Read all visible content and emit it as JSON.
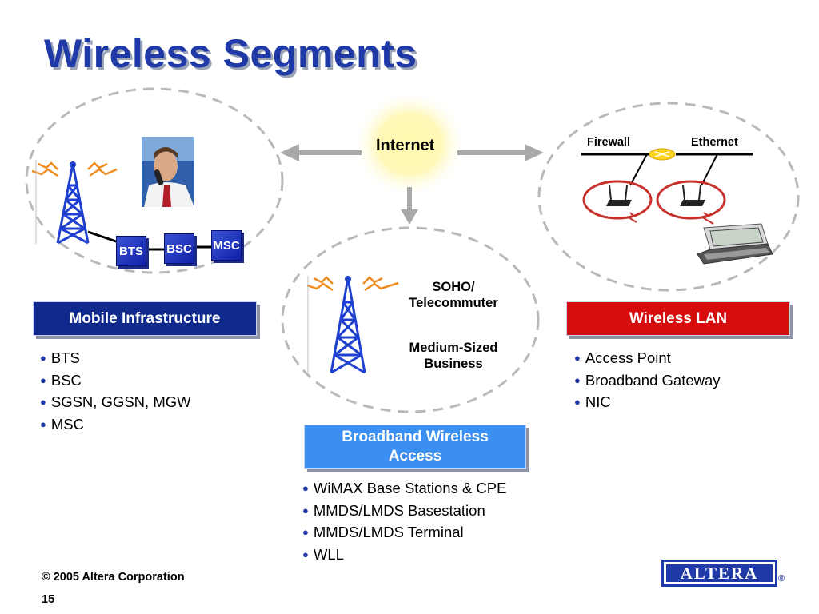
{
  "slide": {
    "title": "Wireless Segments",
    "internet_label": "Internet",
    "mobile": {
      "cells": [
        "BTS",
        "BSC",
        "MSC"
      ],
      "box_label": "Mobile Infrastructure",
      "bullets": [
        "BTS",
        "BSC",
        "SGSN, GGSN, MGW",
        "MSC"
      ]
    },
    "broadband": {
      "soho_label": "SOHO/\nTelecommuter",
      "medium_label": "Medium-Sized\nBusiness",
      "box_label": "Broadband Wireless\nAccess",
      "bullets": [
        "WiMAX Base Stations & CPE",
        "MMDS/LMDS Basestation",
        "MMDS/LMDS Terminal",
        "WLL"
      ]
    },
    "wlan": {
      "firewall_label": "Firewall",
      "ethernet_label": "Ethernet",
      "box_label": "Wireless LAN",
      "bullets": [
        "Access Point",
        "Broadband Gateway",
        "NIC"
      ]
    },
    "footer": {
      "copyright": "© 2005 Altera Corporation",
      "page_number": "15",
      "logo_text": "ALTERA",
      "registered_mark": "®"
    },
    "colors": {
      "title_blue": "#1f3aa6",
      "mobile_box": "#0f2a8c",
      "broadband_box": "#3b8ff0",
      "wlan_box": "#d60d0d",
      "bullet_blue": "#1f3aa6"
    }
  }
}
